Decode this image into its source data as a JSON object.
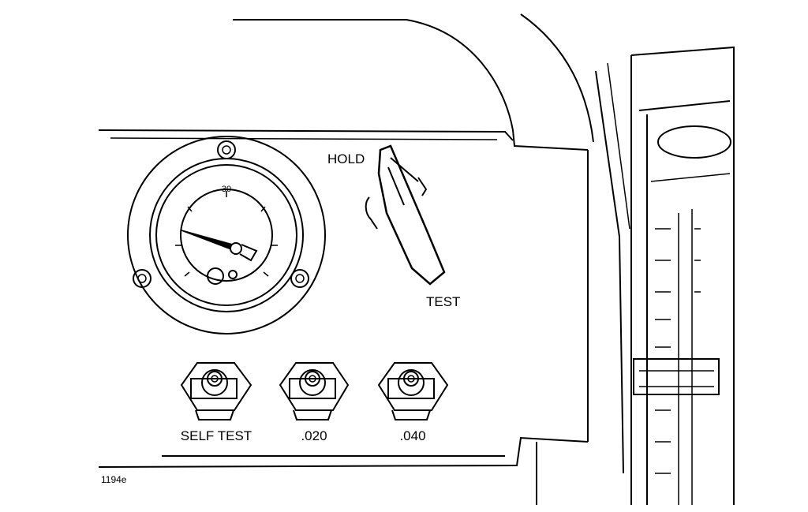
{
  "selector": {
    "hold_label": "HOLD",
    "test_label": "TEST"
  },
  "gauge": {
    "scale_top_label": "30"
  },
  "buttons": [
    {
      "label": "SELF TEST"
    },
    {
      "label": ".020"
    },
    {
      "label": ".040"
    }
  ],
  "figure_id": "1194e"
}
